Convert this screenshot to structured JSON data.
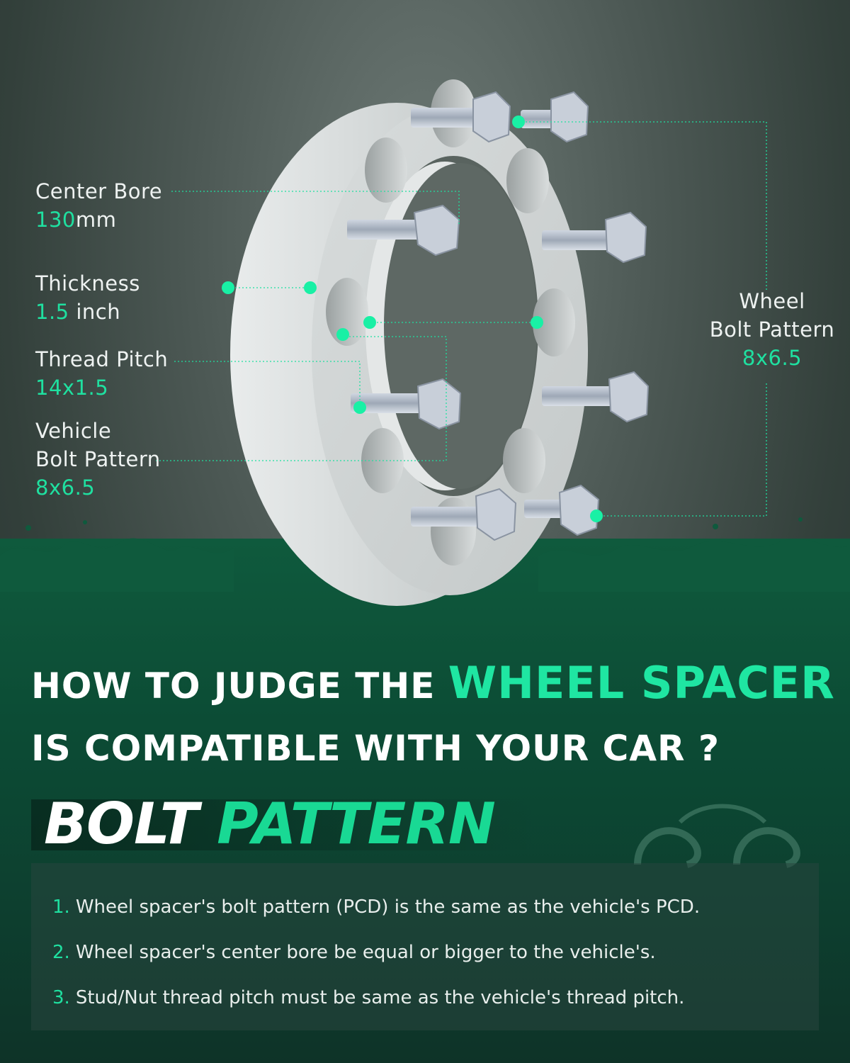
{
  "labels": {
    "center_bore": {
      "title": "Center Bore",
      "value": "130",
      "unit": "mm"
    },
    "thickness": {
      "title": "Thickness",
      "value": "1.5",
      "unit": " inch"
    },
    "thread_pitch": {
      "title": "Thread Pitch",
      "value": "14x1.5"
    },
    "vehicle_bolt_pattern": {
      "line1": "Vehicle",
      "line2": "Bolt Pattern",
      "value": "8x6.5"
    },
    "wheel_bolt_pattern": {
      "line1": "Wheel",
      "line2": "Bolt Pattern",
      "value": "8x6.5"
    }
  },
  "headline": {
    "line1_a": "HOW TO JUDGE THE ",
    "line1_b": "WHEEL SPACER",
    "line2": "IS COMPATIBLE WITH YOUR CAR ?"
  },
  "section_title": {
    "part1": "BOLT",
    "part2": "PATTERN"
  },
  "tips": [
    {
      "num": "1.",
      "text": "Wheel spacer's bolt pattern (PCD) is the same as the vehicle's PCD."
    },
    {
      "num": "2.",
      "text": "Wheel spacer's center bore be equal or bigger to the vehicle's."
    },
    {
      "num": "3.",
      "text": "Stud/Nut thread pitch must be same as the vehicle's thread pitch."
    }
  ],
  "colors": {
    "accent": "#1fe0a0",
    "background_top": "#4d5955",
    "background_bottom": "#0c4c35"
  }
}
